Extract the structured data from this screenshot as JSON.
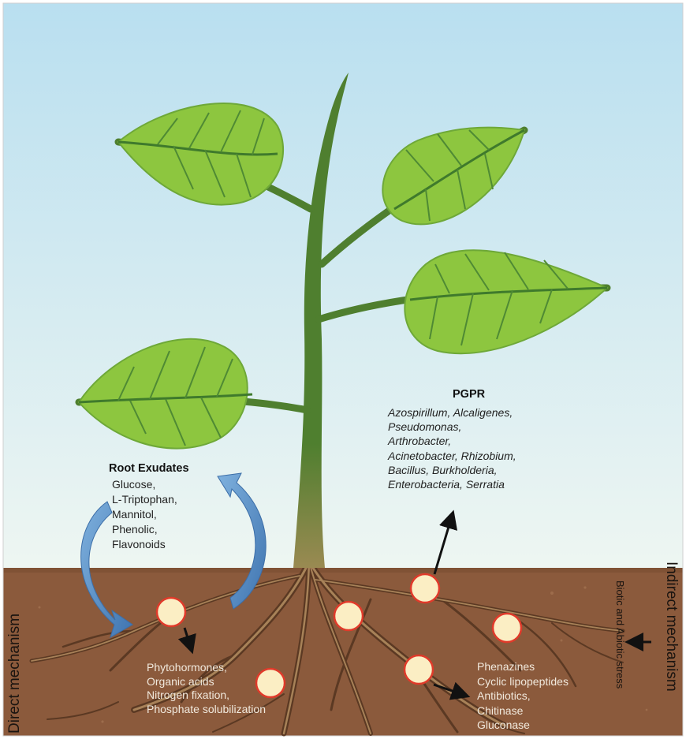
{
  "root_exudates": {
    "title": "Root Exudates",
    "items": [
      "Glucose,",
      "L-Triptophan,",
      "Mannitol,",
      "Phenolic,",
      "Flavonoids"
    ]
  },
  "pgpr": {
    "title": "PGPR",
    "lines": [
      "Azospirillum, Alcaligenes,",
      "Pseudomonas,",
      "Arthrobacter,",
      "Acinetobacter, Rhizobium,",
      "Bacillus, Burkholderia,",
      "Enterobacteria, Serratia"
    ]
  },
  "direct_effects": [
    "Phytohormones,",
    "Organic acids",
    "Nitrogen fixation,",
    "Phosphate solubilization"
  ],
  "indirect_effects": [
    "Phenazines",
    "Cyclic lipopeptides",
    "Antibiotics,",
    "Chitinase",
    "Gluconase"
  ],
  "labels": {
    "direct_mechanism": "Direct mechanism",
    "indirect_mechanism": "Indirect mechanism",
    "stress": "Biotic and Abiotic stress"
  },
  "colors": {
    "sky_top": "#b9dff0",
    "sky_bottom": "#eaf5f4",
    "soil": "#8b5a3c",
    "leaf": "#8dc63f",
    "leaf_vein": "#3f7a2c",
    "stem": "#4f7f2f",
    "root": "#5e3a24",
    "bacteria_fill": "#fbeec4",
    "bacteria_stroke": "#e03a2a",
    "exudate_arrow": "#5b8fc7"
  }
}
